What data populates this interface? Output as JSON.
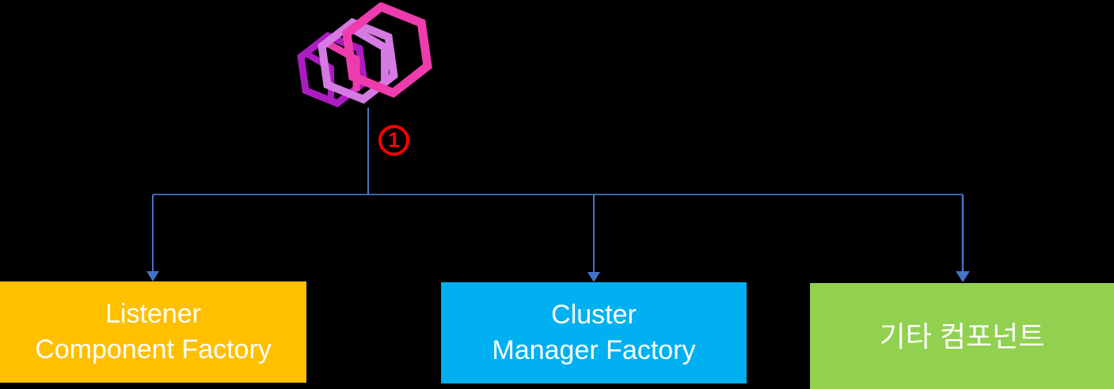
{
  "diagram": {
    "background_color": "#000000",
    "connector_color": "#4472c4",
    "step_badge": {
      "label": "1",
      "color": "#ff0000"
    },
    "logo": {
      "description": "three overlapping hexagonal cube outlines",
      "colors": {
        "front": "#ee3cae",
        "middle": "#d57ae2",
        "back": "#ad1bc2"
      }
    },
    "nodes": [
      {
        "id": "listener-component-factory",
        "label_line1": "Listener",
        "label_line2": "Component Factory",
        "color": "#FFC000",
        "text_color": "#ffffff"
      },
      {
        "id": "cluster-manager-factory",
        "label_line1": "Cluster",
        "label_line2": "Manager Factory",
        "color": "#00B0F0",
        "text_color": "#ffffff"
      },
      {
        "id": "other-components",
        "label_line1": "기타 컴포넌트",
        "color": "#92D050",
        "text_color": "#ffffff"
      }
    ]
  }
}
